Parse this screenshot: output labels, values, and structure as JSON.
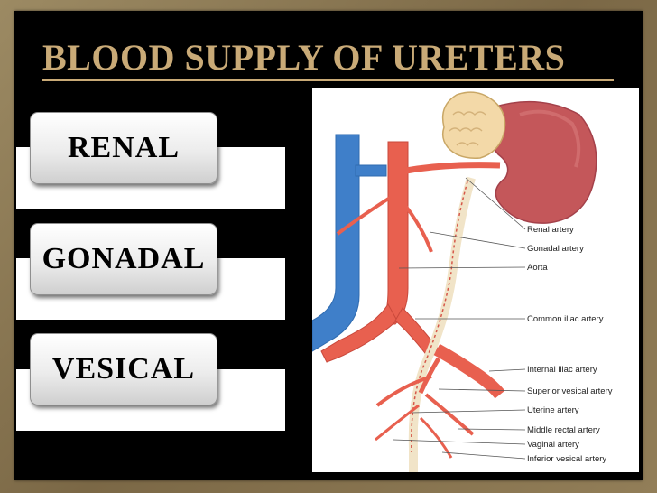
{
  "slide": {
    "title": "BLOOD SUPPLY OF URETERS",
    "colors": {
      "frame": "#8a7752",
      "background": "#000000",
      "title": "#c9aa77",
      "artery": "#e8604f",
      "vein": "#3f7fc9",
      "kidney": "#c4575a",
      "adrenal": "#f3d9a8"
    }
  },
  "sources": [
    {
      "label": "RENAL"
    },
    {
      "label": "GONADAL"
    },
    {
      "label": "VESICAL"
    }
  ],
  "figure": {
    "labels": [
      "Renal artery",
      "Gonadal artery",
      "Aorta",
      "Common iliac artery",
      "Internal iliac artery",
      "Superior vesical artery",
      "Uterine artery",
      "Middle rectal artery",
      "Vaginal artery",
      "Inferior vesical artery"
    ]
  }
}
